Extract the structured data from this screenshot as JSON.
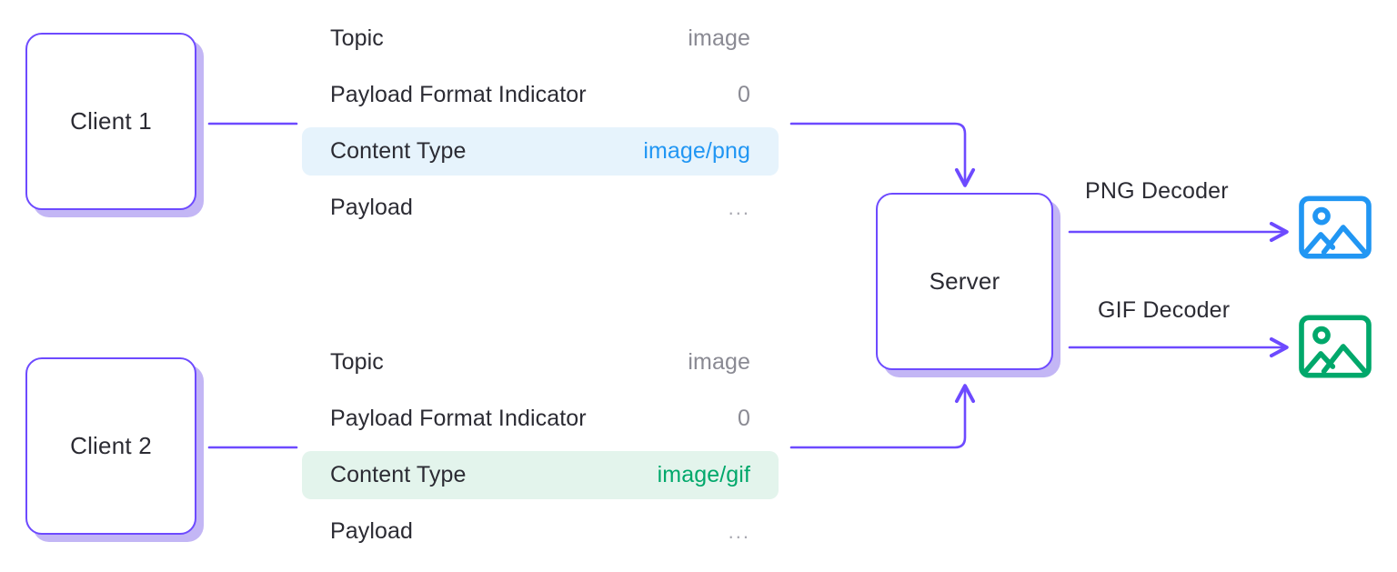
{
  "theme": {
    "accent_purple": "#6d4aff",
    "shadow_purple": "#c3b6f5",
    "png_blue": "#2196f3",
    "gif_green": "#00a86b",
    "highlight_blue_bg": "#e6f3fc",
    "highlight_green_bg": "#e3f4ec",
    "text_dark": "#2b2b33",
    "text_muted": "#8a8a93",
    "background": "#ffffff"
  },
  "nodes": {
    "client1": {
      "label": "Client 1"
    },
    "client2": {
      "label": "Client 2"
    },
    "server": {
      "label": "Server"
    }
  },
  "messages": [
    {
      "id": "client1-message",
      "rows": [
        {
          "key": "Topic",
          "value": "image",
          "highlight": "none"
        },
        {
          "key": "Payload Format Indicator",
          "value": "0",
          "highlight": "none"
        },
        {
          "key": "Content Type",
          "value": "image/png",
          "highlight": "blue"
        },
        {
          "key": "Payload",
          "value": "...",
          "highlight": "none"
        }
      ]
    },
    {
      "id": "client2-message",
      "rows": [
        {
          "key": "Topic",
          "value": "image",
          "highlight": "none"
        },
        {
          "key": "Payload Format Indicator",
          "value": "0",
          "highlight": "none"
        },
        {
          "key": "Content Type",
          "value": "image/gif",
          "highlight": "green"
        },
        {
          "key": "Payload",
          "value": "...",
          "highlight": "none"
        }
      ]
    }
  ],
  "outputs": [
    {
      "id": "png-output",
      "label": "PNG Decoder",
      "icon": "image-icon",
      "color": "#2196f3"
    },
    {
      "id": "gif-output",
      "label": "GIF Decoder",
      "icon": "image-icon",
      "color": "#00a86b"
    }
  ]
}
